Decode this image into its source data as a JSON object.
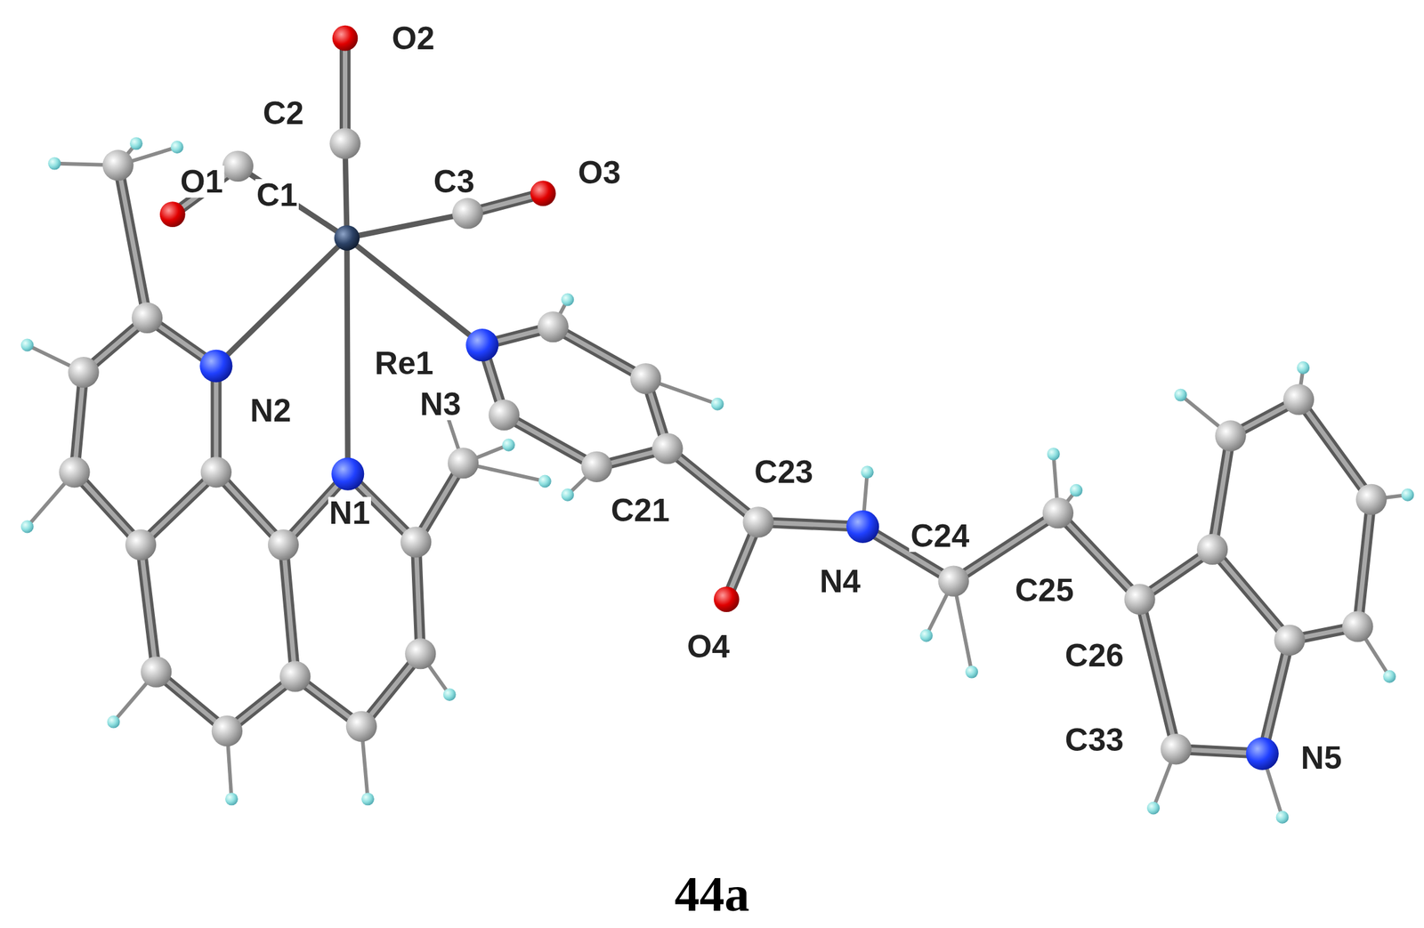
{
  "diagram": {
    "caption": "44a",
    "labels": [
      "O2",
      "C2",
      "O3",
      "O1",
      "C1",
      "C3",
      "Re1",
      "N2",
      "N3",
      "N1",
      "C23",
      "C21",
      "N4",
      "C24",
      "C25",
      "O4",
      "C26",
      "C33",
      "N5"
    ]
  }
}
